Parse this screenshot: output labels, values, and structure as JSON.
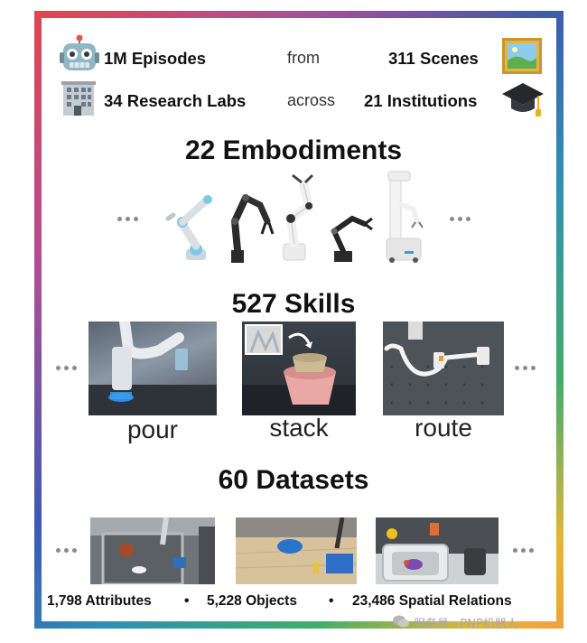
{
  "stats": {
    "episodes": "1M Episodes",
    "connector_from": "from",
    "scenes": "311 Scenes",
    "labs": "34 Research Labs",
    "connector_across": "across",
    "institutions": "21 Institutions"
  },
  "icons": {
    "robot": "robot-icon",
    "building": "office-building-icon",
    "landscape": "framed-landscape-icon",
    "graduation": "graduation-cap-icon"
  },
  "embodiments": {
    "title": "22 Embodiments"
  },
  "skills": {
    "title": "527 Skills",
    "items": [
      {
        "label": "pour"
      },
      {
        "label": "stack"
      },
      {
        "label": "route"
      }
    ]
  },
  "datasets": {
    "title": "60 Datasets"
  },
  "footer": {
    "attributes": "1,798 Attributes",
    "objects": "5,228 Objects",
    "relations": "23,486 Spatial Relations",
    "separator": "•"
  },
  "watermark": {
    "text": "服务号 · PNP机器人"
  },
  "colors": {
    "frame_gradient": [
      "#e0464f",
      "#b14e93",
      "#3d5ab0",
      "#2f8fb5",
      "#3fae6a",
      "#e3b63a"
    ],
    "ellipsis": "#8a8a8a"
  }
}
